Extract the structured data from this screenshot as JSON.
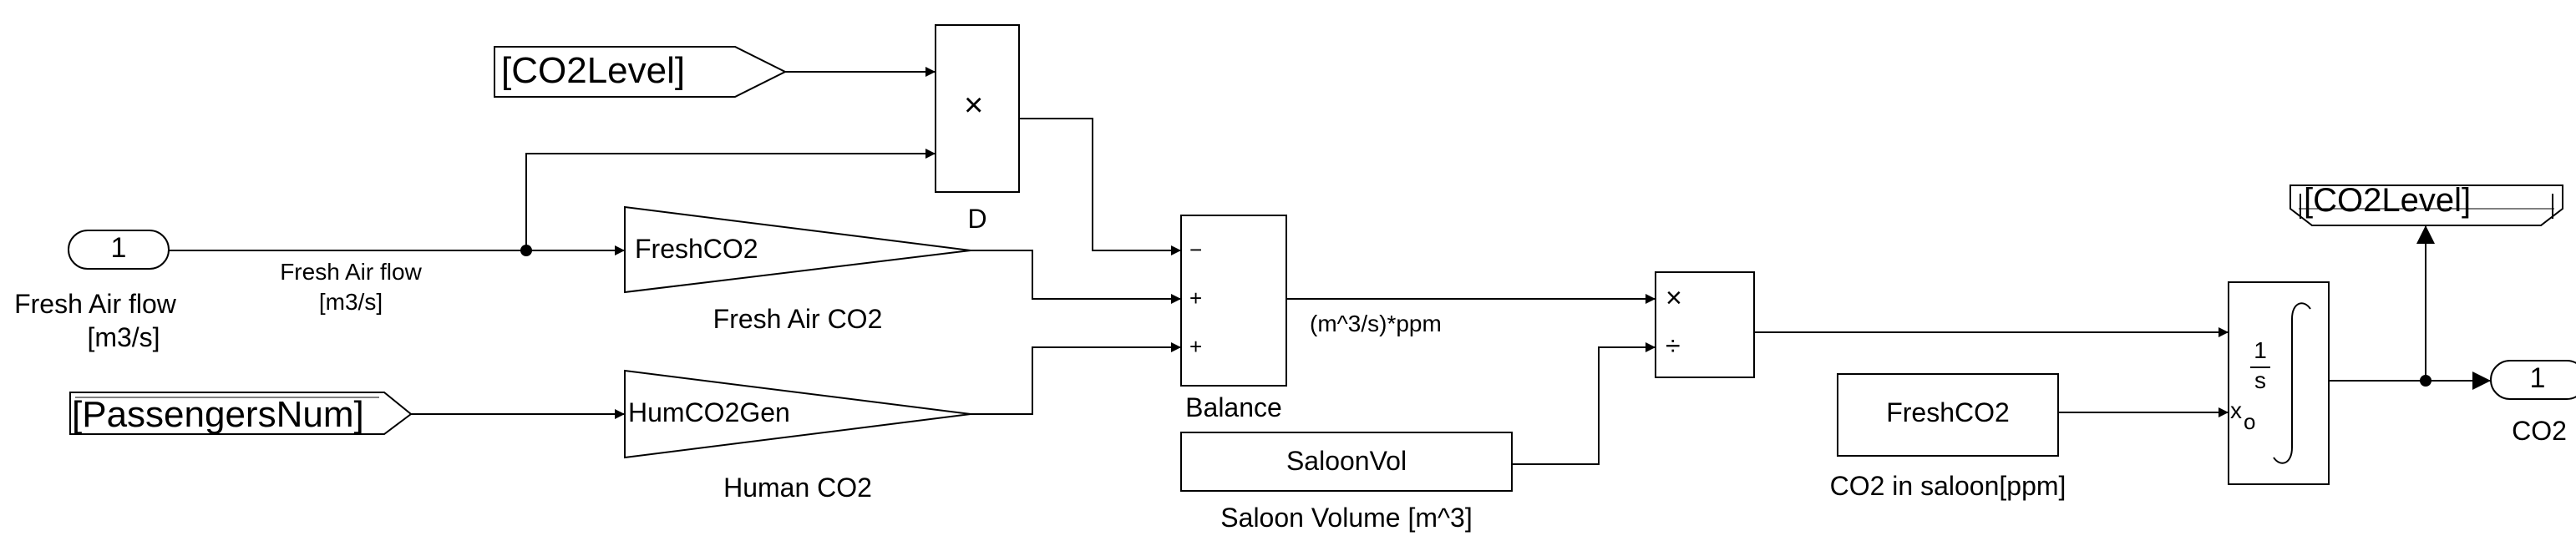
{
  "goto_tag": "[CO2Level]",
  "from_tag": "[CO2Level]",
  "passengers_tag": "[PassengersNum]",
  "inport": {
    "number": "1",
    "label_line1": "Fresh Air flow",
    "label_line2": "[m3/s]"
  },
  "signal_label": {
    "line1": "Fresh Air flow",
    "line2": "[m3/s]"
  },
  "product_d": {
    "symbol": "×",
    "label": "D"
  },
  "fresh_gain": {
    "value": "FreshCO2",
    "label": "Fresh Air CO2"
  },
  "human_gain": {
    "value": "HumCO2Gen",
    "label": "Human CO2"
  },
  "balance": {
    "signs": [
      "−",
      "+",
      "+"
    ],
    "label": "Balance"
  },
  "units_label": "(m^3/s)*ppm",
  "divide": {
    "mul": "×",
    "div": "÷"
  },
  "saloon": {
    "value": "SaloonVol",
    "label": "Saloon Volume [m^3]"
  },
  "ic_const": {
    "value": "FreshCO2",
    "label": "CO2 in saloon[ppm]"
  },
  "integrator": {
    "num": "1",
    "den": "s",
    "ic": "x",
    "ic_sub": "o"
  },
  "outport": {
    "number": "1",
    "label": "CO2"
  }
}
